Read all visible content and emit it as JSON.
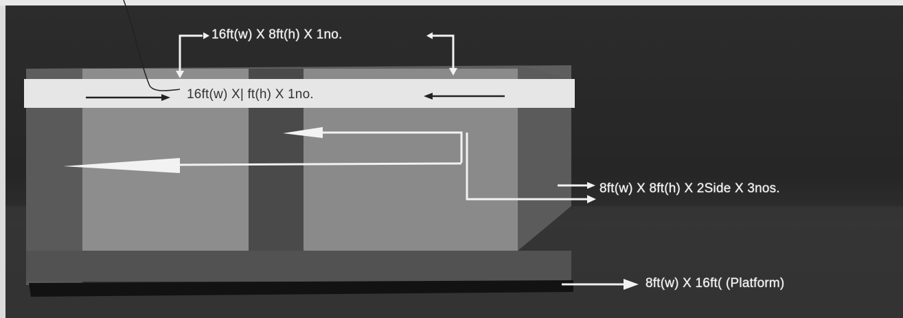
{
  "labels": {
    "fascia_top": "16ft(w) X 8ft(h) X 1no.",
    "fascia_front": "16ft(w) X|  ft(h) X 1no.",
    "side_panels": "8ft(w) X 8ft(h) X 2Side X 3nos.",
    "platform": "8ft(w) X 16ft(  (Platform)"
  },
  "colors": {
    "background": "#2a2a2a",
    "panel_light": "#8c8c8c",
    "panel_mid": "#6e6e6e",
    "fascia": "#e6e6e6",
    "platform": "#111111",
    "arrow": "#f2f2f2"
  }
}
